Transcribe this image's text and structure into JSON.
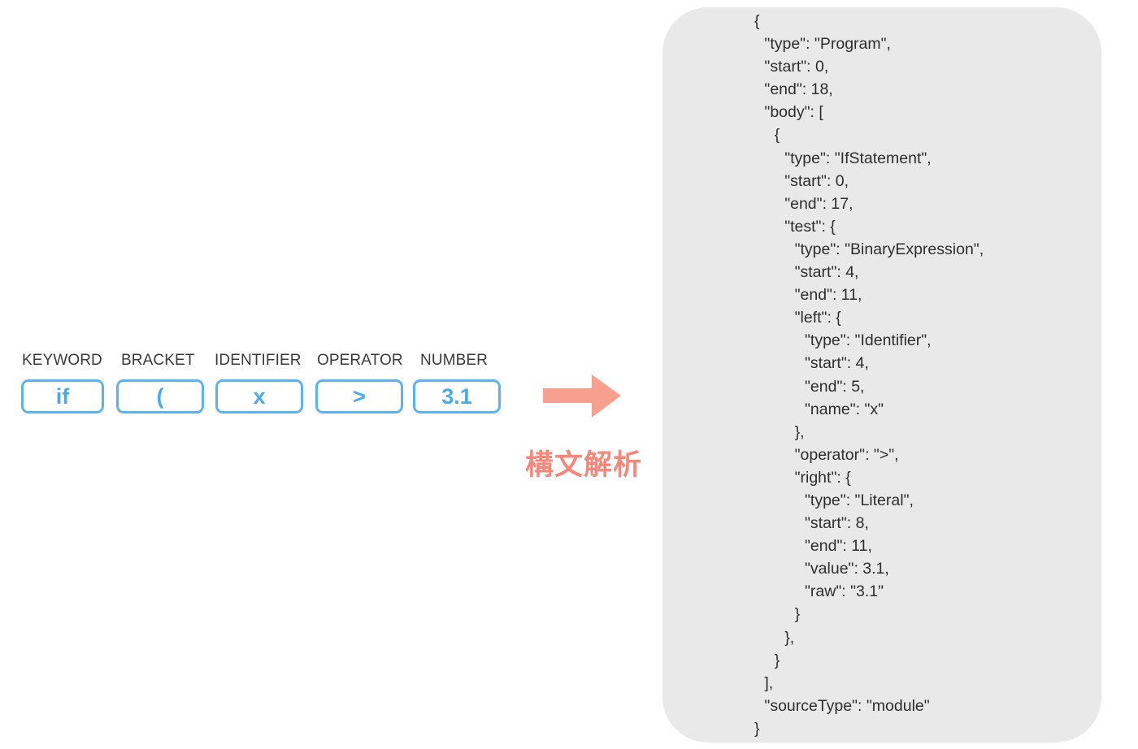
{
  "tokens": [
    {
      "type": "KEYWORD",
      "value": "if"
    },
    {
      "type": "BRACKET",
      "value": "("
    },
    {
      "type": "IDENTIFIER",
      "value": "x"
    },
    {
      "type": "OPERATOR",
      "value": ">"
    },
    {
      "type": "NUMBER",
      "value": "3.1"
    }
  ],
  "arrow_label": "構文解析",
  "colors": {
    "token_border": "#5cb3f4",
    "token_text": "#4aaaf0",
    "arrow": "#f8a08f",
    "arrow_label": "#f6877a",
    "panel_bg": "#e9e9e9"
  },
  "ast_lines": [
    "{",
    "  \"type\": \"Program\",",
    "  \"start\": 0,",
    "  \"end\": 18,",
    "  \"body\": [",
    "    {",
    "      \"type\": \"IfStatement\",",
    "      \"start\": 0,",
    "      \"end\": 17,",
    "      \"test\": {",
    "        \"type\": \"BinaryExpression\",",
    "        \"start\": 4,",
    "        \"end\": 11,",
    "        \"left\": {",
    "          \"type\": \"Identifier\",",
    "          \"start\": 4,",
    "          \"end\": 5,",
    "          \"name\": \"x\"",
    "        },",
    "        \"operator\": \">\",",
    "        \"right\": {",
    "          \"type\": \"Literal\",",
    "          \"start\": 8,",
    "          \"end\": 11,",
    "          \"value\": 3.1,",
    "          \"raw\": \"3.1\"",
    "        }",
    "      },",
    "    }",
    "  ],",
    "  \"sourceType\": \"module\"",
    "}"
  ]
}
